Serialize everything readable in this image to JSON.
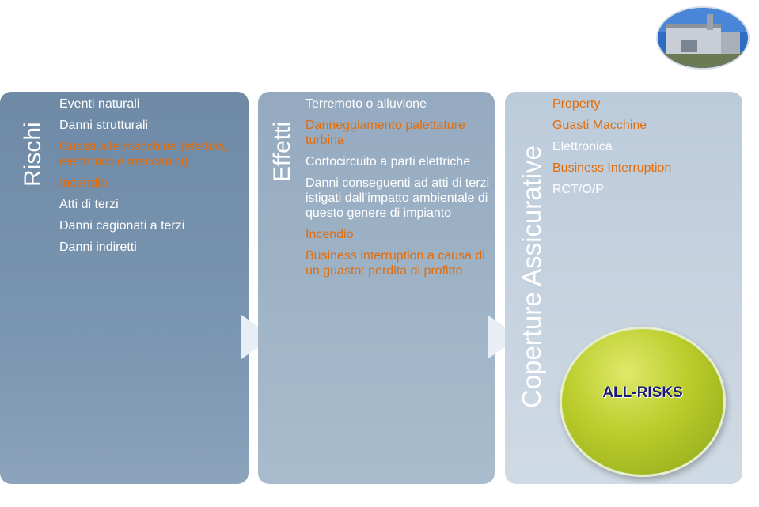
{
  "colors": {
    "orange": "#e36c09",
    "white": "#ffffff"
  },
  "panel1": {
    "title": "Rischi",
    "items": [
      {
        "text": "Eventi naturali",
        "color": "#ffffff"
      },
      {
        "text": "Danni strutturali",
        "color": "#ffffff"
      },
      {
        "text": "Guasti alle macchine (elettrici, elettronici e meccanici)",
        "color": "#e36c09"
      },
      {
        "text": "Incendio",
        "color": "#e36c09"
      },
      {
        "text": "Atti di terzi",
        "color": "#ffffff"
      },
      {
        "text": "Danni cagionati a terzi",
        "color": "#ffffff"
      },
      {
        "text": "Danni indiretti",
        "color": "#ffffff"
      }
    ]
  },
  "panel2": {
    "title": "Effetti",
    "items": [
      {
        "text": "Terremoto o alluvione",
        "color": "#ffffff"
      },
      {
        "text": "Danneggiamento palettature turbina",
        "color": "#e36c09"
      },
      {
        "text": "Cortocircuito a parti elettriche",
        "color": "#ffffff"
      },
      {
        "text": "Danni conseguenti ad atti di terzi istigati dall’impatto ambientale di questo genere di impianto",
        "color": "#ffffff"
      },
      {
        "text": "Incendio",
        "color": "#e36c09"
      },
      {
        "text": "Business interruption a causa di un guasto: perdita di profitto",
        "color": "#e36c09"
      }
    ]
  },
  "panel3": {
    "title": "Coperture Assicurative",
    "items": [
      {
        "text": "Property",
        "color": "#e36c09"
      },
      {
        "text": "Guasti Macchine",
        "color": "#e36c09"
      },
      {
        "text": "Elettronica",
        "color": "#ffffff"
      },
      {
        "text": "Business Interruption",
        "color": "#e36c09"
      },
      {
        "text": "RCT/O/P",
        "color": "#ffffff"
      }
    ]
  },
  "badge": {
    "label": "ALL-RISKS"
  }
}
